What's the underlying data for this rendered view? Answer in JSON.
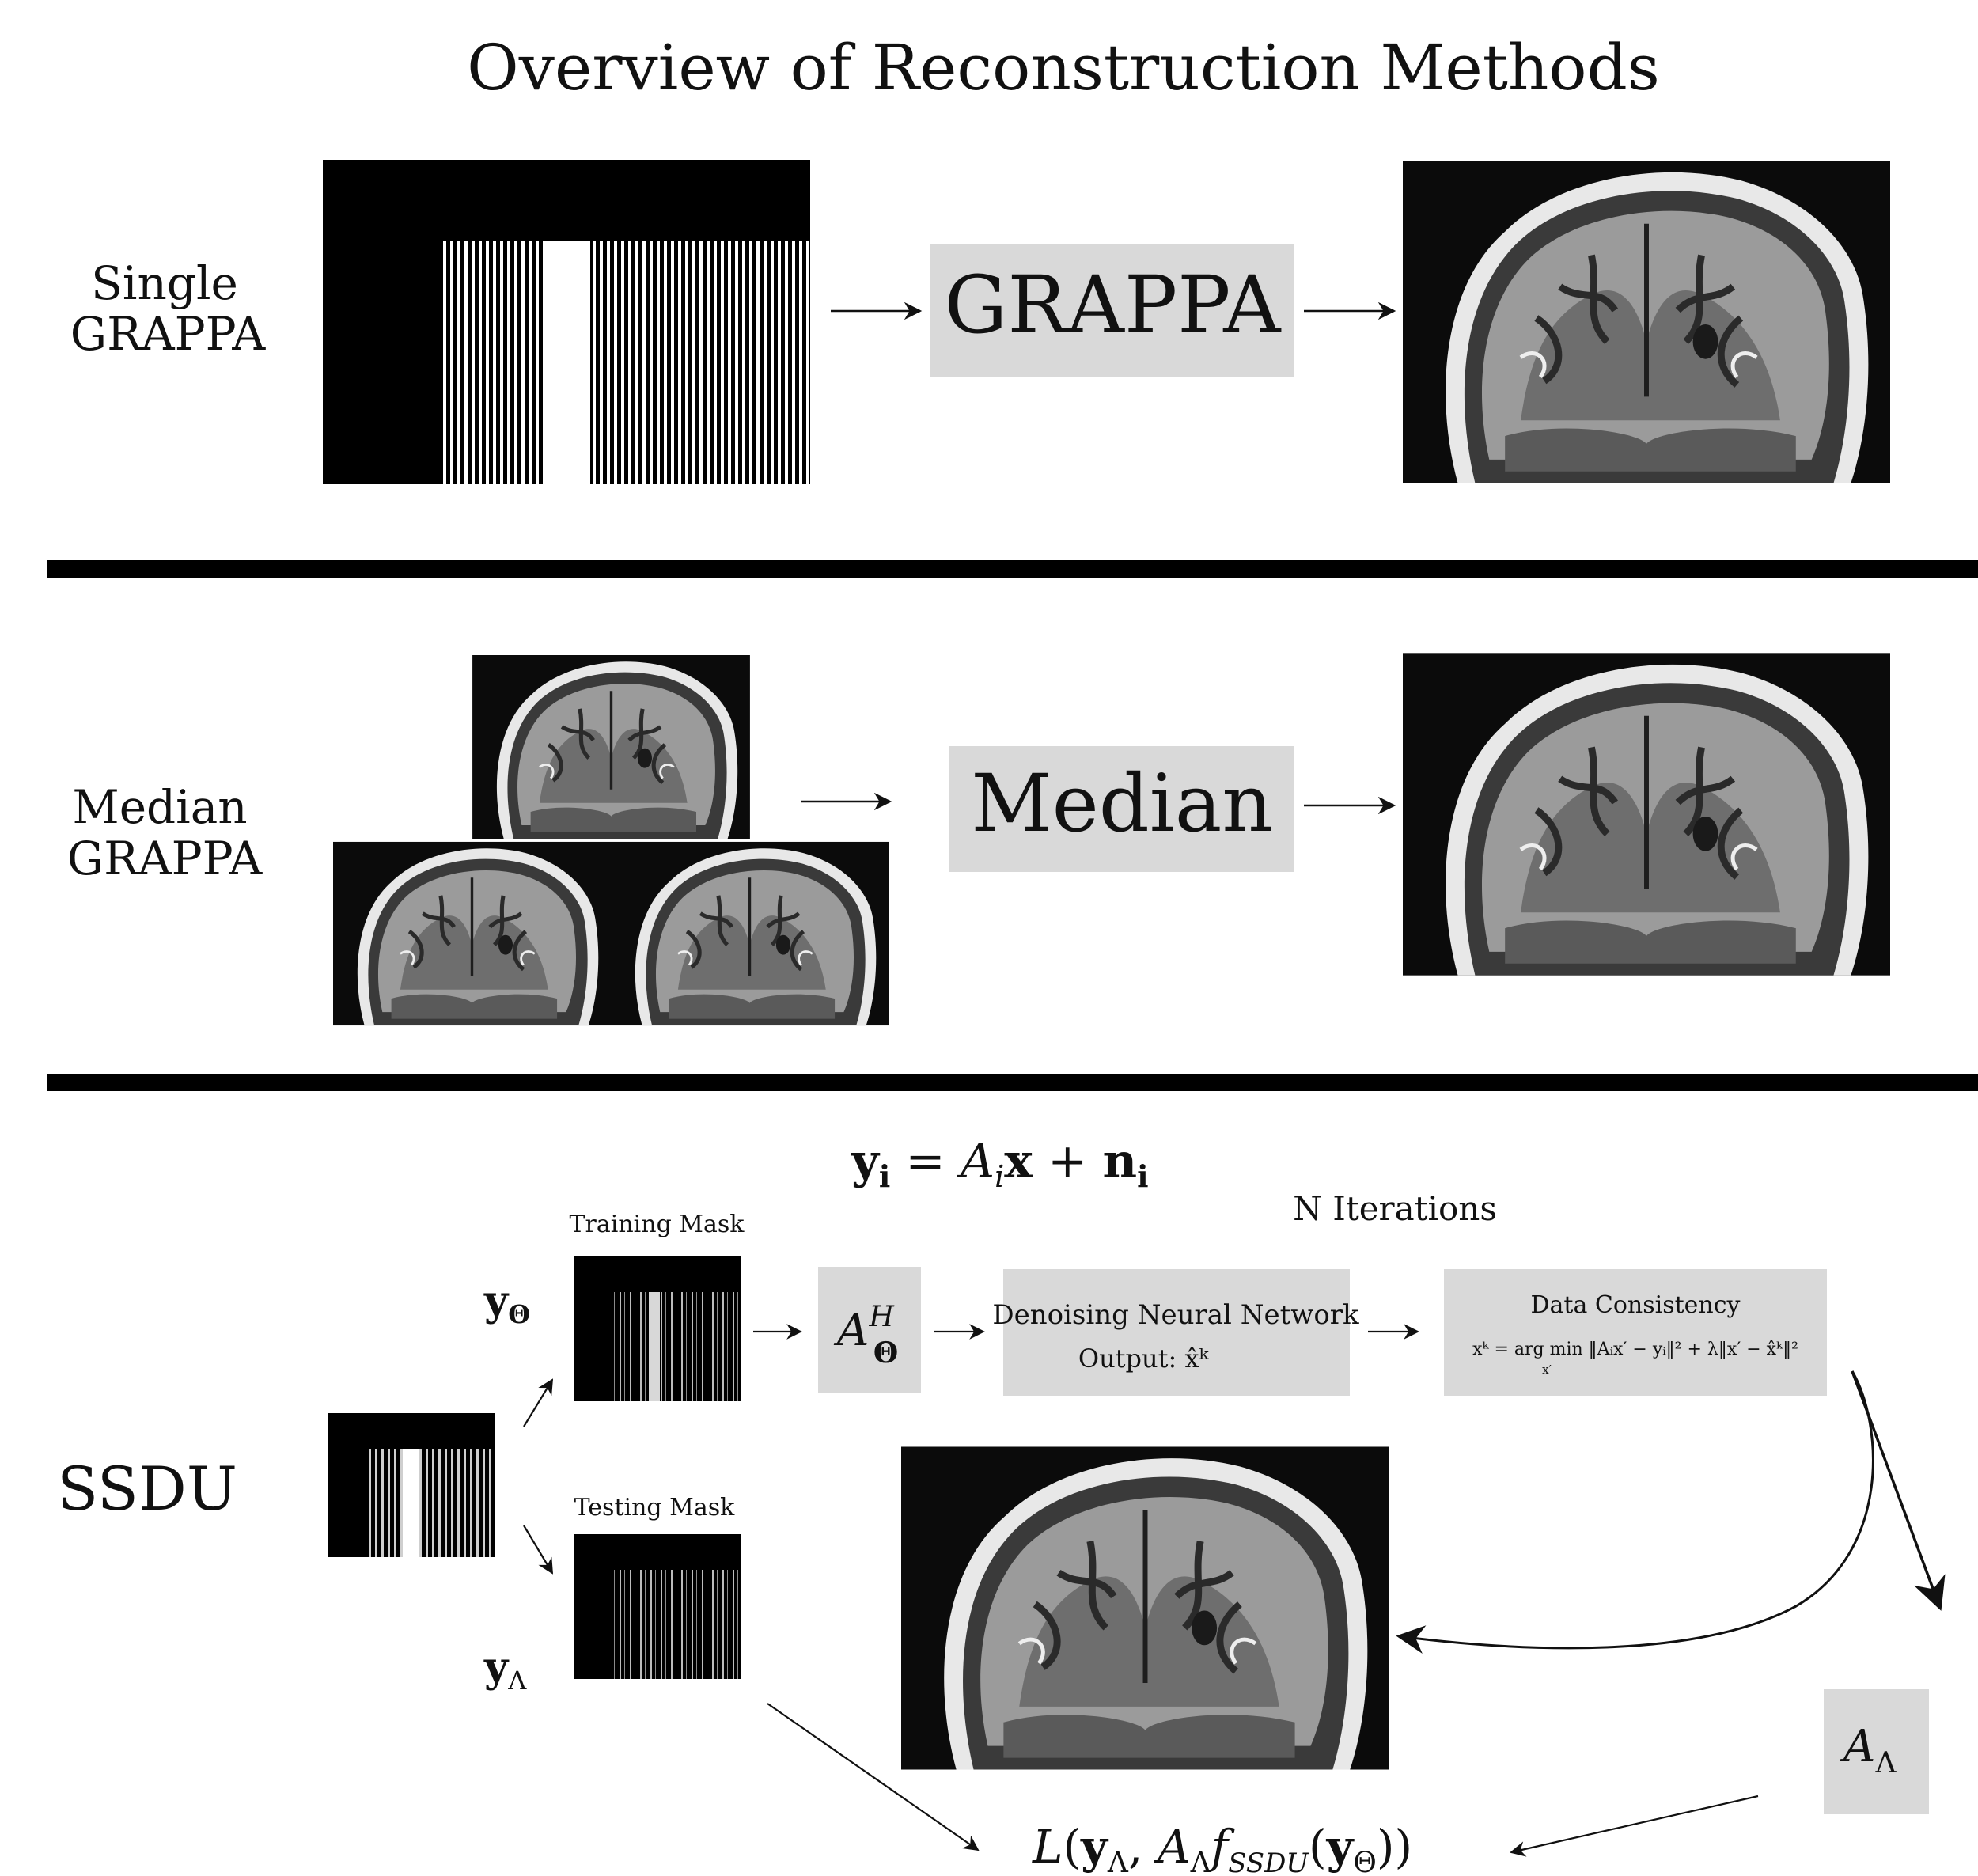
{
  "title": "Overview of Reconstruction Methods",
  "colors": {
    "box_fill": "#d9d9d9",
    "mask_bg": "#000000",
    "divider": "#000000",
    "brain_bg": "#0b0b0b"
  },
  "sections": {
    "single": {
      "label_line1": "Single",
      "label_line2": "GRAPPA",
      "method_box": "GRAPPA"
    },
    "median": {
      "label_line1": "Median",
      "label_line2": "GRAPPA",
      "method_box": "Median"
    },
    "ssdu": {
      "label": "SSDU",
      "forward_model": "y_i = A_i x + n_i",
      "iterations_label": "N Iterations",
      "training_mask_label": "Training Mask",
      "testing_mask_label": "Testing Mask",
      "y_theta": "y",
      "y_theta_sub": "Θ",
      "y_lambda": "y",
      "y_lambda_sub": "Λ",
      "adjoint_op": "A",
      "adjoint_sup": "H",
      "adjoint_sub": "Θ",
      "denoiser_line1": "Denoising Neural Network",
      "denoiser_line2": "Output: x̂ᵏ",
      "dc_title": "Data Consistency",
      "dc_equation": "xᵏ = arg min ‖Aᵢx′ − yᵢ‖² + λ‖x′ − x̂ᵏ‖²",
      "dc_equation_sub": "x′",
      "lambda_op": "A",
      "lambda_op_sub": "Λ",
      "loss": "L(yΛ, AΛ fSSDU(yΘ))"
    }
  }
}
